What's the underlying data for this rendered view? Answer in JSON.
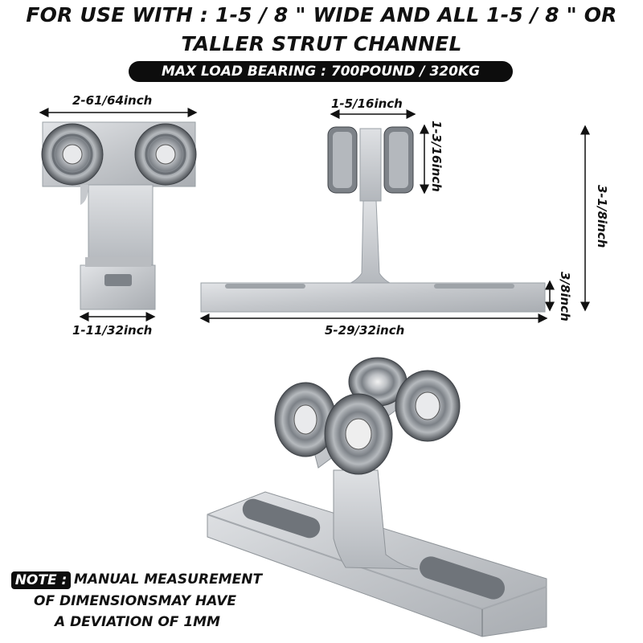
{
  "header": {
    "title_line1": "FOR USE WITH : 1-5 / 8 \" WIDE AND ALL 1-5 / 8 \" OR",
    "title_line2": "TALLER STRUT CHANNEL",
    "badge": "MAX LOAD BEARING : 700POUND / 320KG"
  },
  "dimensions": {
    "side_width": "2-61/64inch",
    "side_base": "1-11/32inch",
    "wheel_width": "1-5/16inch",
    "wheel_height": "1-3/16inch",
    "total_height": "3-1/8inch",
    "plate_thickness": "3/8inch",
    "plate_length": "5-29/32inch"
  },
  "note": {
    "tag": "NOTE :",
    "line1": "MANUAL MEASUREMENT",
    "line2": "OF DIMENSIONSMAY HAVE",
    "line3": "A DEVIATION OF 1MM"
  },
  "colors": {
    "badge_bg": "#0d0d0d",
    "metal": "#c9ccd0",
    "metal_dark": "#8f9499"
  }
}
